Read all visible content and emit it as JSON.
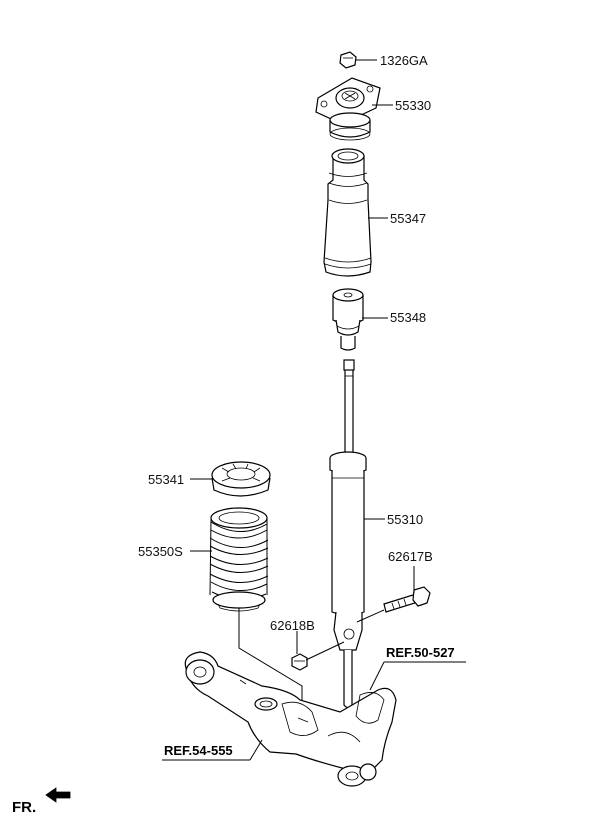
{
  "parts": {
    "nut_top": "1326GA",
    "mount_insulator": "55330",
    "dust_cover": "55347",
    "bumper": "55348",
    "spring_pad": "55341",
    "shock_absorber": "55310",
    "coil_spring": "55350S",
    "bolt": "62617B",
    "nut_lower": "62618B"
  },
  "references": {
    "knuckle": "REF.50-527",
    "arm": "REF.54-555"
  },
  "orientation": {
    "front_label": "FR."
  }
}
